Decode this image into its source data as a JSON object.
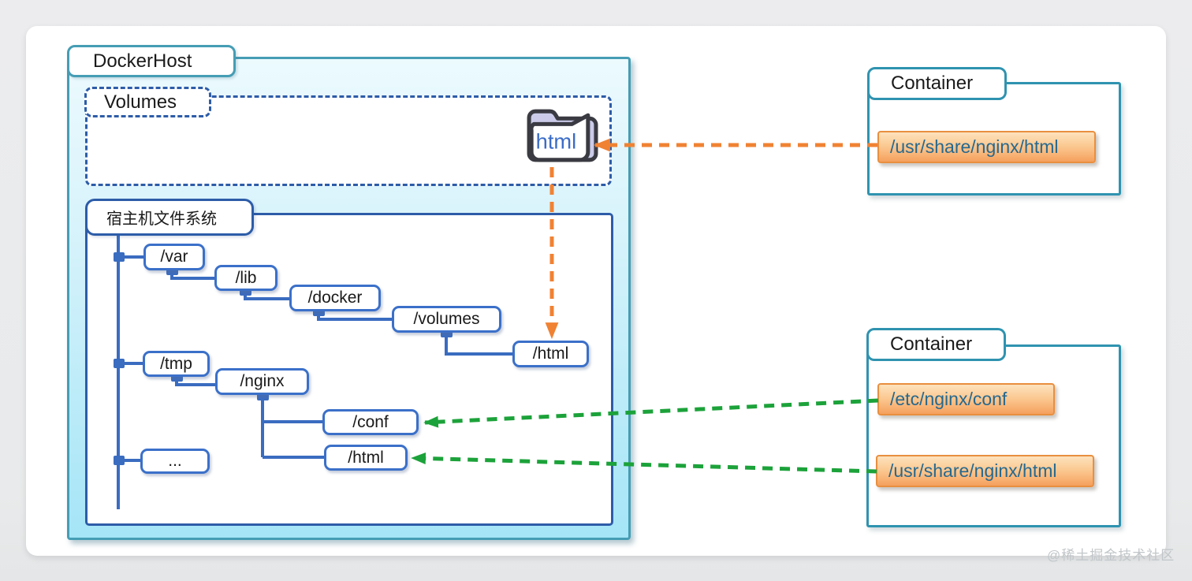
{
  "diagram": {
    "watermark": "@稀土掘金技术社区",
    "docker_host": {
      "label": "DockerHost",
      "volumes": {
        "label": "Volumes",
        "volume_folder": "html"
      },
      "filesystem": {
        "label": "宿主机文件系统",
        "nodes": [
          {
            "label": "/var"
          },
          {
            "label": "/lib"
          },
          {
            "label": "/docker"
          },
          {
            "label": "/volumes"
          },
          {
            "label": "/html"
          },
          {
            "label": "/tmp"
          },
          {
            "label": "/nginx"
          },
          {
            "label": "/conf"
          },
          {
            "label": "/html"
          },
          {
            "label": "..."
          }
        ]
      }
    },
    "containers": [
      {
        "label": "Container",
        "mounts": [
          {
            "path": "/usr/share/nginx/html"
          }
        ]
      },
      {
        "label": "Container",
        "mounts": [
          {
            "path": "/etc/nginx/conf"
          },
          {
            "path": "/usr/share/nginx/html"
          }
        ]
      }
    ],
    "colors": {
      "host_border": "#459db4",
      "tree_blue": "#3a6cc0",
      "dashed_blue": "#2d5ca8",
      "arrow_orange": "#f08233",
      "arrow_green": "#1ca23a",
      "mount_text": "#26688f",
      "folder_text": "#3b6cc7"
    }
  }
}
